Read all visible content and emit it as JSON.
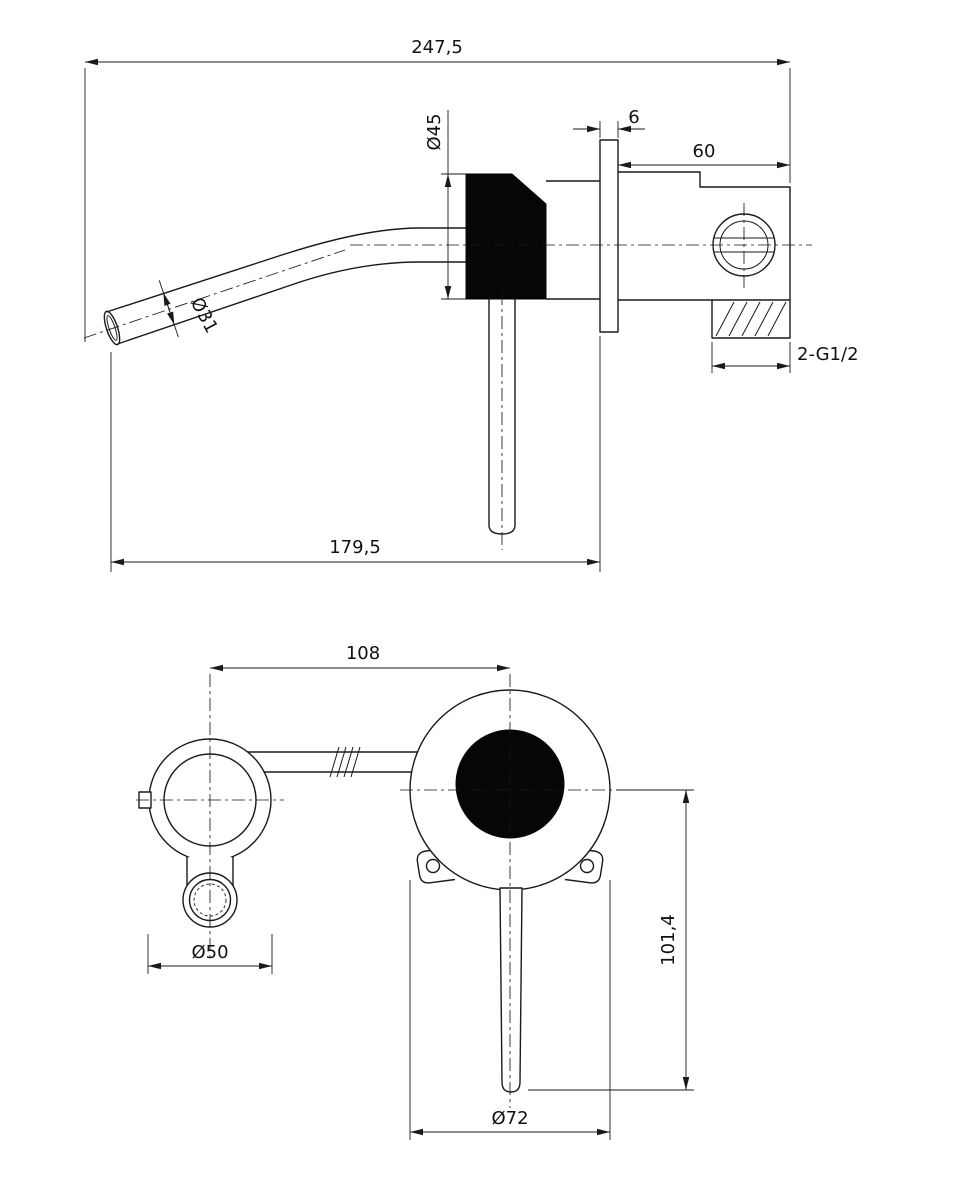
{
  "colors": {
    "line": "#1a1a1a",
    "background": "#ffffff",
    "solid_fill": "#060606"
  },
  "side_view": {
    "overall_depth": "247,5",
    "spout_flange_diameter": "Ø45",
    "wall_plate_thickness": "6",
    "valve_body_depth": "60",
    "spout_tube_diameter": "Ø31",
    "inlet_thread": "2-G1/2",
    "spout_projection": "179,5"
  },
  "front_view": {
    "spout_to_mixer_distance": "108",
    "spout_escutcheon_diameter": "Ø50",
    "handle_drop": "101,4",
    "mixer_escutcheon_diameter": "Ø72"
  }
}
